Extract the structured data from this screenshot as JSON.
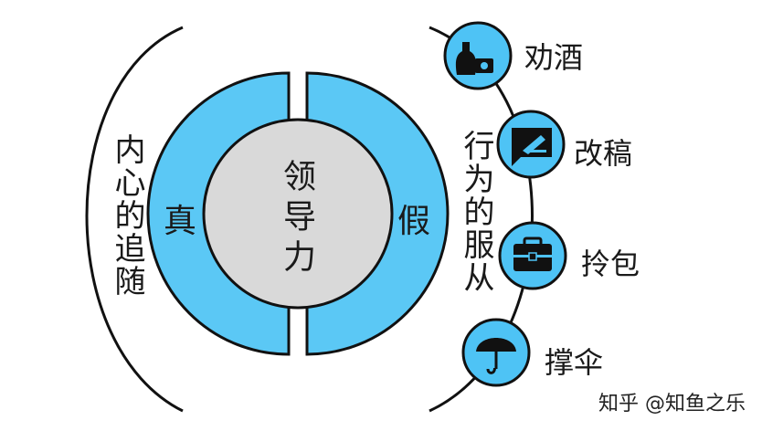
{
  "colors": {
    "ring": "#5bc8f5",
    "core": "#d9d9d9",
    "outline": "#111111",
    "icon_bg": "#4ec3f5"
  },
  "center": {
    "label": "领导力"
  },
  "left_half": {
    "label": "真"
  },
  "right_half": {
    "label": "假"
  },
  "left_text": "内心的追随",
  "right_text": "行为的服从",
  "actions": [
    {
      "label": "劝酒",
      "icon": "liquor-bottle-icon"
    },
    {
      "label": "改稿",
      "icon": "edit-document-icon"
    },
    {
      "label": "拎包",
      "icon": "briefcase-icon"
    },
    {
      "label": "撑伞",
      "icon": "umbrella-icon"
    }
  ],
  "watermark": "知乎 @知鱼之乐"
}
